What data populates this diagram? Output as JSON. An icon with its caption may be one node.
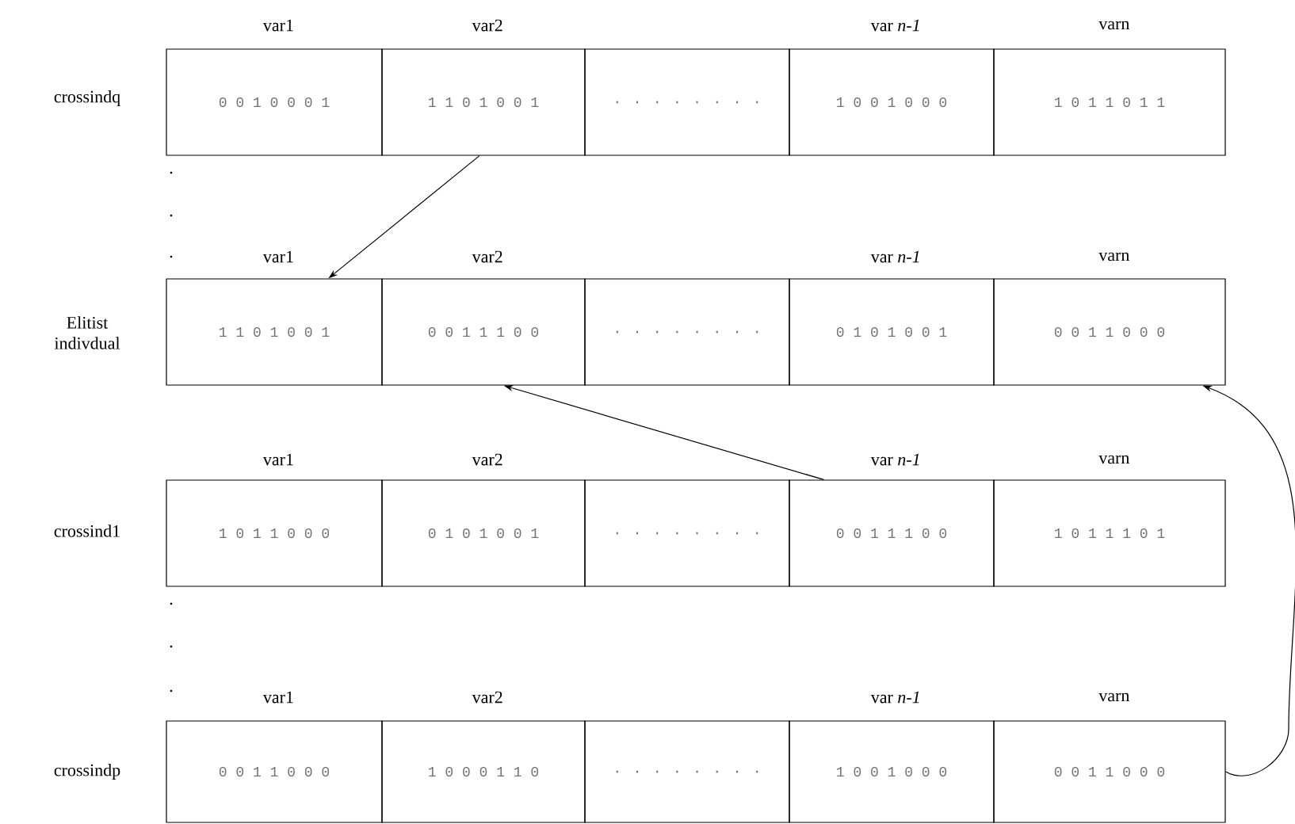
{
  "diagram": {
    "nodes": [
      {
        "text": [
          "0 0 1 0 0 0 1"
        ],
        "beside": [
          "var1"
        ]
      },
      {
        "text": [
          "1 1 0 1 0 0 1"
        ],
        "beside": [
          "var2"
        ]
      },
      {
        "text": [
          ". . . . . . . ."
        ]
      },
      {
        "text": [
          "1 0 0 1 0 0 0"
        ],
        "beside": [
          "var *n-1*"
        ]
      },
      {
        "text": [
          "1 0 1 1 0 1 1"
        ],
        "beside": [
          "varn"
        ]
      },
      {
        "text": [
          "1 1 0 1 0 0 1"
        ],
        "beside": [
          "var1"
        ]
      },
      {
        "text": [
          "0 0 1 1 1 0 0"
        ],
        "beside": [
          "var2"
        ]
      },
      {
        "text": [
          ". . . . . . . ."
        ]
      },
      {
        "text": [
          "0 1 0 1 0 0 1"
        ],
        "beside": [
          "var *n-1*"
        ]
      },
      {
        "text": [
          "0 0 1 1 0 0 0"
        ],
        "beside": [
          "varn"
        ]
      },
      {
        "text": [
          "1 0 1 1 0 0 0"
        ],
        "beside": [
          "var1"
        ]
      },
      {
        "text": [
          "0 1 0 1 0 0 1"
        ],
        "beside": [
          "var2"
        ]
      },
      {
        "text": [
          ". . . . . . . ."
        ]
      },
      {
        "text": [
          "0 0 1 1 1 0 0"
        ],
        "beside": [
          "var *n-1*"
        ]
      },
      {
        "text": [
          "1 0 1 1 1 0 1"
        ],
        "beside": [
          "varn"
        ]
      },
      {
        "text": [
          "0 0 1 1 0 0 0"
        ],
        "beside": [
          "var1"
        ]
      },
      {
        "text": [
          "1 0 0 0 1 1 0"
        ],
        "beside": [
          "var2"
        ]
      },
      {
        "text": [
          ". . . . . . . ."
        ]
      },
      {
        "text": [
          "1 0 0 1 0 0 0"
        ],
        "beside": [
          "var *n-1*"
        ]
      },
      {
        "text": [
          "0 0 1 1 0 0 0"
        ],
        "beside": [
          "varn"
        ]
      }
    ],
    "edges": [
      {
        "from": 1,
        "to": 5,
        "arrow": "to"
      },
      {
        "from": 13,
        "to": 6,
        "arrow": "to"
      },
      {
        "from": 19,
        "to": 9,
        "arrow": "to"
      }
    ],
    "labels": [
      "crossindq",
      ".",
      ".",
      ".",
      "Elitist indivdual",
      "crossind1",
      ".",
      ".",
      ".",
      "crossindp"
    ]
  }
}
